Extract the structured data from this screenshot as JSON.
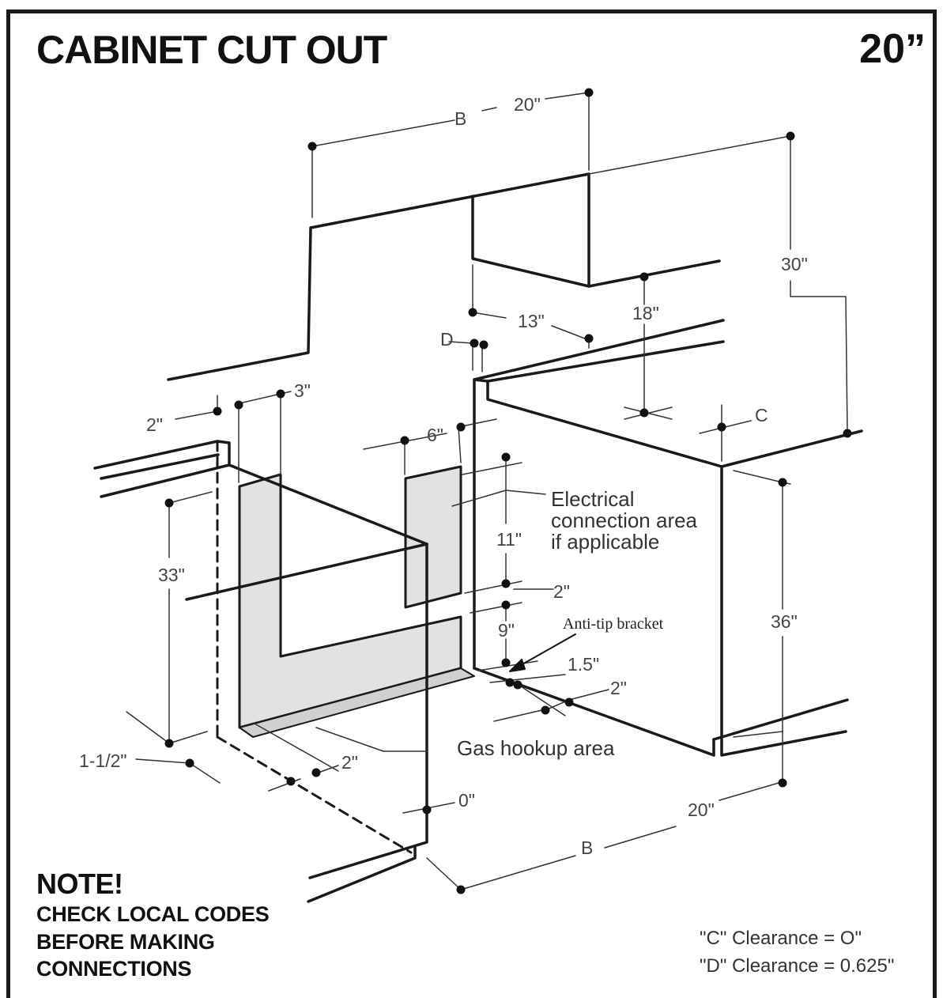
{
  "header": {
    "title": "CABINET CUT OUT",
    "size": "20”"
  },
  "dimensions": {
    "b_top": "B",
    "w20_top": "20\"",
    "h30": "30\"",
    "d13": "13\"",
    "h18": "18\"",
    "d_label": "D",
    "c_label": "C",
    "d3": "3\"",
    "d2_left": "2\"",
    "d6": "6\"",
    "h33": "33\"",
    "h11": "11\"",
    "d2_mid": "2\"",
    "h9": "9\"",
    "d1_5": "1.5\"",
    "d2_right": "2\"",
    "h36": "36\"",
    "d1_1_2": "1-1/2\"",
    "d2_bottom": "2\"",
    "d0": "0\"",
    "w20_bottom": "20\"",
    "b_bottom": "B"
  },
  "callouts": {
    "electrical": [
      "Electrical",
      "connection  area",
      "if applicable"
    ],
    "anti_tip": "Anti-tip bracket",
    "gas": "Gas hookup area"
  },
  "note": {
    "title": "NOTE!",
    "lines": [
      "CHECK LOCAL CODES",
      "BEFORE MAKING",
      "CONNECTIONS"
    ]
  },
  "clearances": {
    "c": "\"C\" Clearance = O\"",
    "d": "\"D\" Clearance = 0.625\""
  }
}
